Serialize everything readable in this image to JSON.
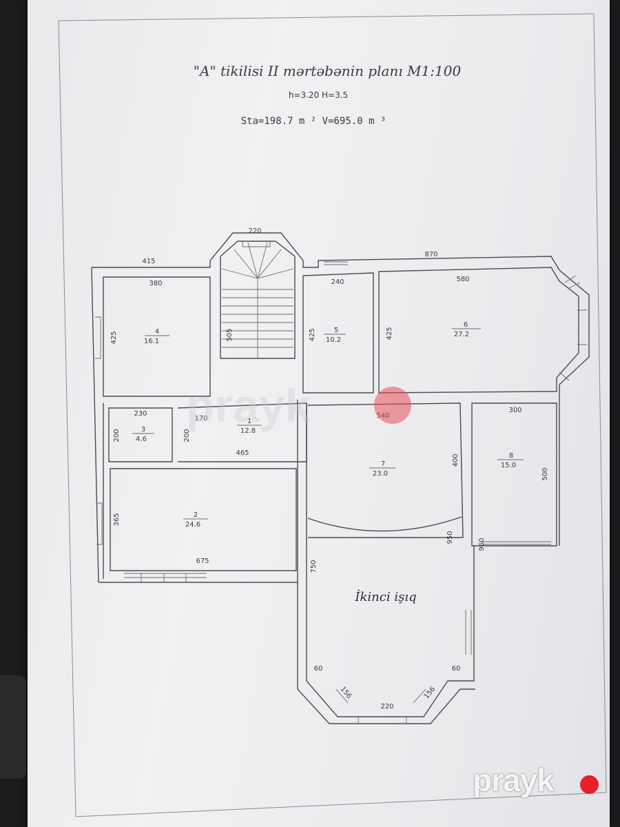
{
  "plan": {
    "title": "\"A\" tikilisi II mərtəbənin planı M1:100",
    "heights": "h=3.20     H=3.5",
    "totals": "Sta=198.7 m ² V=695.0 m ³"
  },
  "rooms": [
    {
      "no": "1",
      "area": "12.8"
    },
    {
      "no": "2",
      "area": "24.6"
    },
    {
      "no": "3",
      "area": "4.6"
    },
    {
      "no": "4",
      "area": "16.1"
    },
    {
      "no": "5",
      "area": "10.2"
    },
    {
      "no": "6",
      "area": "27.2"
    },
    {
      "no": "7",
      "area": "23.0"
    },
    {
      "no": "8",
      "area": "15.0"
    }
  ],
  "second_light_label": "İkinci işıq",
  "dimensions": {
    "stair_width": "220",
    "top_left": "415",
    "top_right": "870",
    "room4_width": "380",
    "room4_height": "425",
    "stair_length": "505",
    "room5_width": "240",
    "room5_height": "425",
    "room6_width": "580",
    "room6_height": "425",
    "room3_width": "230",
    "room3_height": "200",
    "hall_height": "200",
    "hall_width": "170",
    "hall_length": "465",
    "room7_width": "540",
    "room7_height": "400",
    "room8_width": "300",
    "room8_height": "500",
    "room2_height": "365",
    "room2_width": "675",
    "void_height": "750",
    "right_950": "950",
    "right_960": "960",
    "bay_left": "60",
    "bay_right": "60",
    "bay_diag_left": "156",
    "bay_diag_right": "156",
    "bay_bottom": "220"
  },
  "watermark": "prayk",
  "logo": "prayk"
}
